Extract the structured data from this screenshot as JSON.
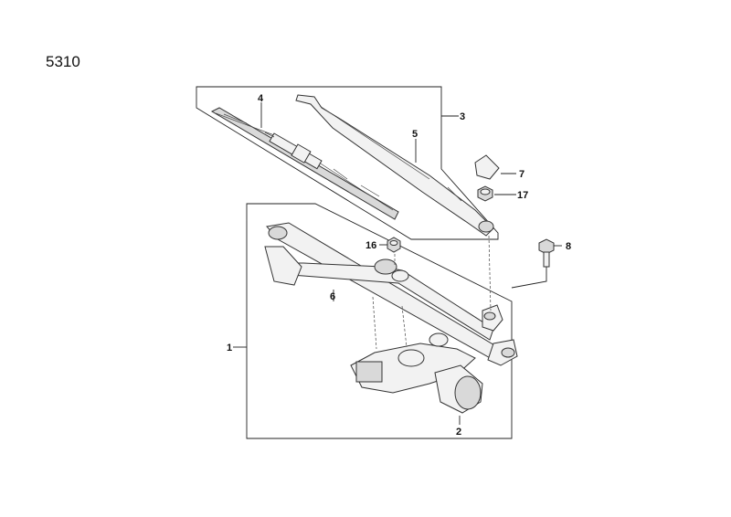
{
  "diagram": {
    "page_code": "5310",
    "callouts": {
      "c1": "1",
      "c2": "2",
      "c3": "3",
      "c4": "4",
      "c5": "5",
      "c6": "6",
      "c7": "7",
      "c8": "8",
      "c16": "16",
      "c17": "17"
    }
  }
}
